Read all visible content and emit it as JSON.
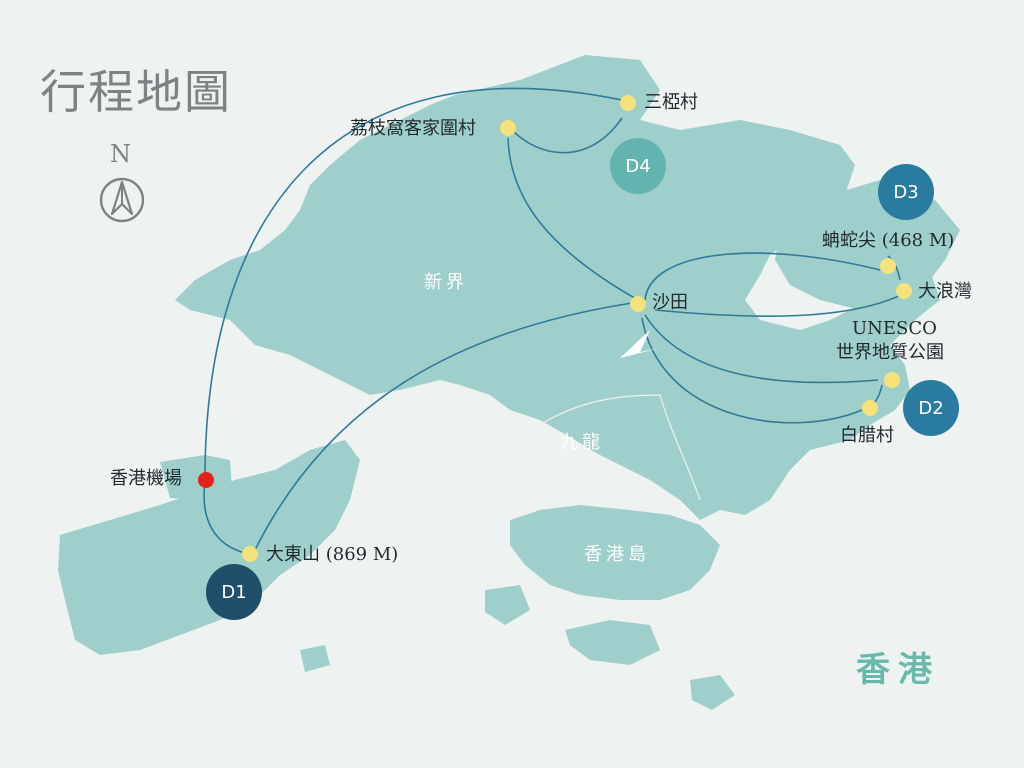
{
  "title": "行程地圖",
  "compass": {
    "label": "N",
    "icon": "north-arrow-icon"
  },
  "regions": {
    "new_territories": "新界",
    "kowloon": "九龍",
    "hk_island": "香港島"
  },
  "corner_label": "香港",
  "colors": {
    "land": "#9ecfcb",
    "route": "#2f7a9a",
    "point": "#f6e27a",
    "airport": "#e6201a",
    "d1": "#1f4f6b",
    "d2": "#2a7ba0",
    "d3": "#2a7ba0",
    "d4": "#63b3ae"
  },
  "places": {
    "airport": "香港機場",
    "tai_tung_shan": "大東山 (869 M)",
    "sha_tin": "沙田",
    "lai_chi_wo": "荔枝窩客家圍村",
    "sam_a_tsuen": "三椏村",
    "sharp_peak": "蚺蛇尖 (468 M)",
    "tai_long_wan": "大浪灣",
    "geopark_line1": "UNESCO",
    "geopark_line2": "世界地質公園",
    "pak_lap_tsuen": "白腊村"
  },
  "days": {
    "d1": "D1",
    "d2": "D2",
    "d3": "D3",
    "d4": "D4"
  }
}
